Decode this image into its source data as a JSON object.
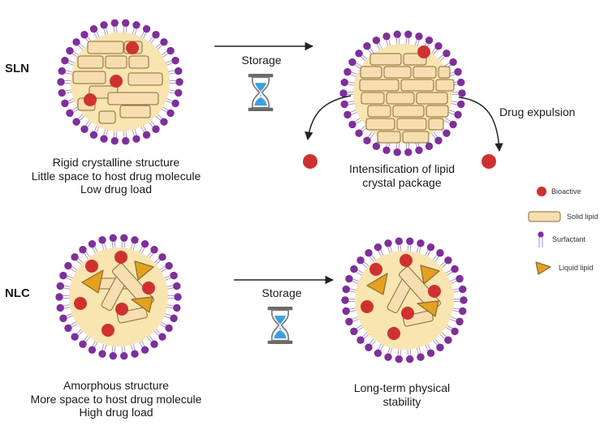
{
  "labels": {
    "sln": "SLN",
    "nlc": "NLC"
  },
  "sln_caption": [
    "Rigid crystalline structure",
    "Little space to host drug molecule",
    "Low drug load"
  ],
  "sln_after_caption": [
    "Intensification of lipid",
    "crystal package"
  ],
  "nlc_caption": [
    "Amorphous structure",
    "More space to host drug molecule",
    "High drug load"
  ],
  "nlc_after_caption": [
    "Long-term physical",
    "stability"
  ],
  "storage_label": "Storage",
  "drug_expulsion": "Drug expulsion",
  "legend": {
    "bioactive": "Bioactive",
    "solid_lipid": "Solid lipid",
    "surfactant": "Surfactant",
    "liquid_lipid": "Liquid lipid"
  },
  "colors": {
    "shell": "#7e2f9b",
    "stem": "#a78fbd",
    "core": "#f8e5b0",
    "solid_lipid": "#f6deb0",
    "solid_lipid_stroke": "#8a6a32",
    "bioactive": "#cf3131",
    "liquid_lipid": "#e4a11f",
    "hourglass_sand": "#3b9fe0",
    "hourglass_frame": "#6a6a6a"
  },
  "icons": [
    "hourglass-icon",
    "arrow-right-icon",
    "curved-arrow-icon"
  ]
}
